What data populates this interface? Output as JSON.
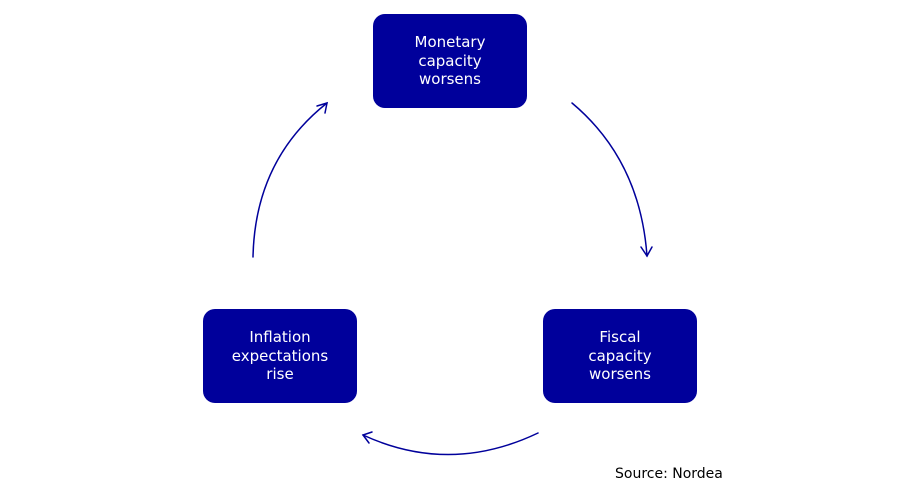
{
  "colors": {
    "box": "#00009b",
    "arrow": "#00009b"
  },
  "nodes": [
    {
      "id": "monetary",
      "lines": [
        "Monetary",
        "capacity",
        "worsens"
      ]
    },
    {
      "id": "fiscal",
      "lines": [
        "Fiscal",
        "capacity",
        "worsens"
      ]
    },
    {
      "id": "inflation",
      "lines": [
        "Inflation",
        "expectations",
        "rise"
      ]
    }
  ],
  "source": "Source:  Nordea"
}
